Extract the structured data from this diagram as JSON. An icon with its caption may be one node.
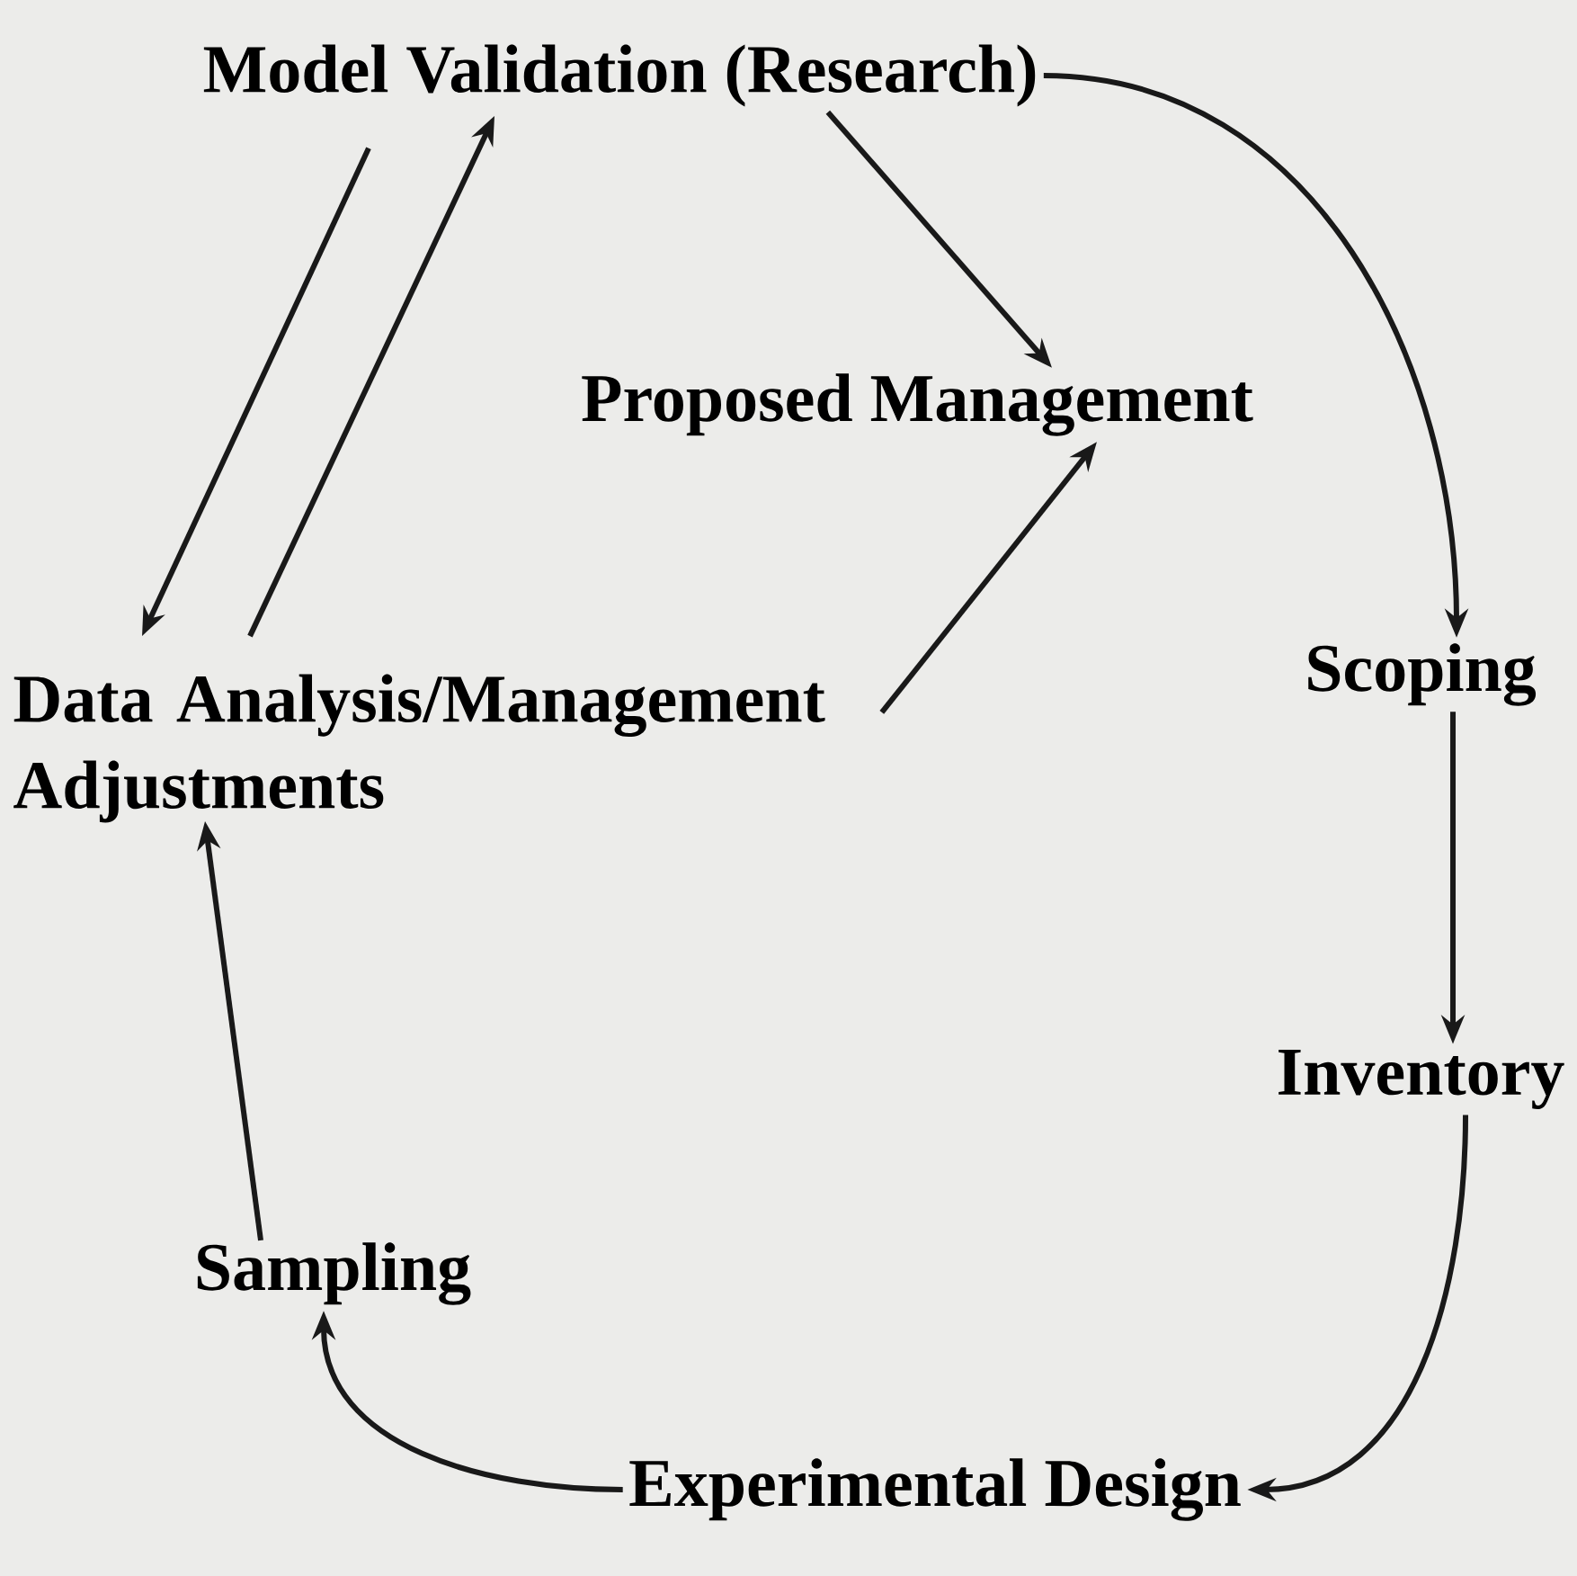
{
  "diagram": {
    "nodes": [
      {
        "text": [
          "Model Validation (Research)"
        ]
      },
      {
        "text": [
          "Proposed Management"
        ]
      },
      {
        "text": [
          "Data Analysis/Management Adjustments"
        ]
      },
      {
        "text": [
          "Scoping"
        ]
      },
      {
        "text": [
          "Inventory"
        ]
      },
      {
        "text": [
          "Sampling"
        ]
      },
      {
        "text": [
          "Experimental Design"
        ]
      }
    ],
    "edges": [
      {
        "from": 0,
        "to": 3,
        "arrow": "to"
      },
      {
        "from": 0,
        "to": 1,
        "arrow": "to"
      },
      {
        "from": 0,
        "to": 2,
        "arrow": "to"
      },
      {
        "from": 2,
        "to": 0,
        "arrow": "to"
      },
      {
        "from": 2,
        "to": 1,
        "arrow": "to"
      },
      {
        "from": 3,
        "to": 4,
        "arrow": "to"
      },
      {
        "from": 4,
        "to": 6,
        "arrow": "to"
      },
      {
        "from": 6,
        "to": 5,
        "arrow": "to"
      },
      {
        "from": 5,
        "to": 2,
        "arrow": "to"
      }
    ]
  }
}
